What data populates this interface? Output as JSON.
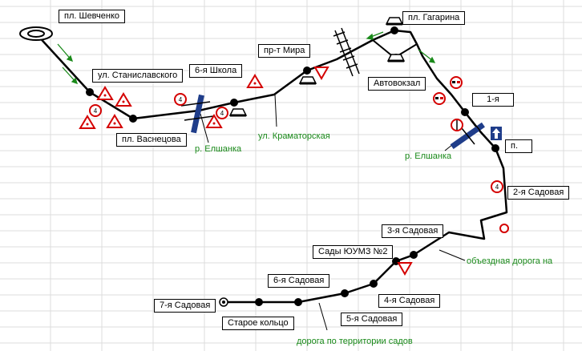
{
  "colors": {
    "route": "#000000",
    "grid": "#dcdcdc",
    "label_green": "#1a8a1a",
    "sign_red": "#d40000",
    "sign_blue": "#1f3d8a",
    "arrow_green": "#1a8a1a"
  },
  "stops": {
    "shevchenko": "пл. Шевченко",
    "stanislavskogo": "ул. Станиславского",
    "vasnetsova": "пл. Васнецова",
    "shkola6": "6-я Школа",
    "pr_mira": "пр-т Мира",
    "gagarina": "пл. Гагарина",
    "avtovokzal": "Автовокзал",
    "first": "1-я",
    "p": "п.",
    "sadovaya2": "2-я Садовая",
    "sadovaya3": "3-я Садовая",
    "sady_yuumz2": "Сады ЮУМЗ №2",
    "sadovaya6": "6-я Садовая",
    "sadovaya4": "4-я Садовая",
    "sadovaya7": "7-я Садовая",
    "sadovaya5": "5-я Садовая",
    "staroe_koltso": "Старое кольцо"
  },
  "annotations": {
    "r_elshanka_1": "р. Елшанка",
    "r_elshanka_2": "р. Елшанка",
    "kramatorskaya": "ул. Краматорская",
    "obezdnaya": "объездная дорога на",
    "doroga_sady": "дорога по территории садов"
  },
  "signs": {
    "weight_limit": "4",
    "children": "children-warning-icon",
    "yield": "yield-icon",
    "no_overtaking": "no-overtaking-icon",
    "railway": "railway-crossing-icon",
    "bridge": "bridge-icon",
    "one_way": "one-way-icon"
  }
}
